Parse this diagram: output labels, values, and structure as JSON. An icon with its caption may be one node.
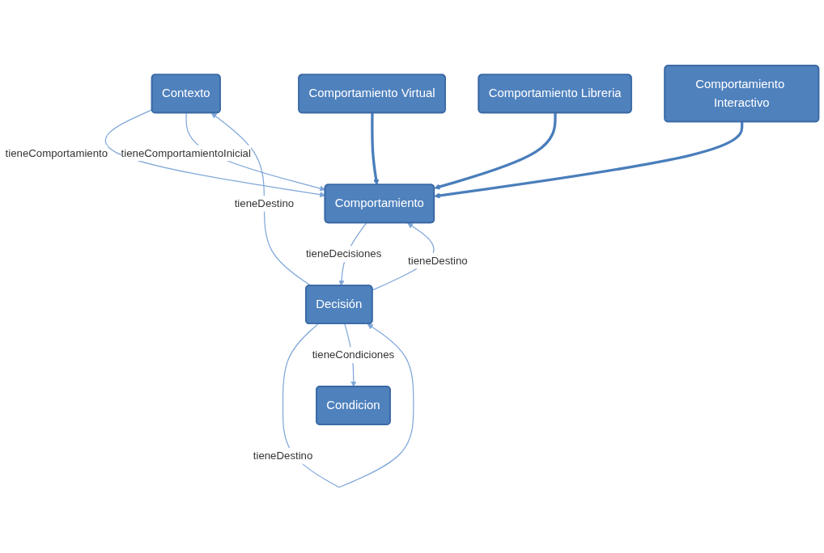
{
  "diagram": {
    "nodes": [
      {
        "text": [
          "Contexto"
        ]
      },
      {
        "text": [
          "Comportamiento"
        ]
      },
      {
        "text": [
          "Decisión"
        ]
      },
      {
        "text": [
          "Comportamiento Virtual"
        ]
      },
      {
        "text": [
          "Comportamiento Libreria"
        ]
      },
      {
        "text": [
          "Comportamiento Interactivo"
        ]
      },
      {
        "text": [
          "Condicion"
        ]
      }
    ],
    "edges": [
      {
        "from": 0,
        "to": 1,
        "arrow": "to",
        "label": "tieneComportamiento"
      },
      {
        "from": 0,
        "to": 1,
        "arrow": "to",
        "label": "tieneComportamientoInicial"
      },
      {
        "from": 1,
        "to": 2,
        "arrow": "to",
        "label": "tieneDecisiones"
      },
      {
        "from": 2,
        "to": 1,
        "arrow": "to",
        "label": "tieneDestino"
      },
      {
        "from": 2,
        "to": 0,
        "arrow": "to",
        "label": "tieneDestino"
      },
      {
        "from": 2,
        "to": 2,
        "arrow": "to",
        "label": "tieneDestino"
      },
      {
        "from": 3,
        "to": 1,
        "arrow": "to",
        "style": "thick",
        "color": "#4a7ebb"
      },
      {
        "from": 4,
        "to": 1,
        "arrow": "to",
        "style": "thick",
        "color": "#4a7ebb"
      },
      {
        "from": 5,
        "to": 1,
        "arrow": "to",
        "style": "thick",
        "color": "#4a7ebb"
      },
      {
        "from": 2,
        "to": 6,
        "arrow": "to",
        "label": "tieneCondiciones"
      }
    ]
  }
}
